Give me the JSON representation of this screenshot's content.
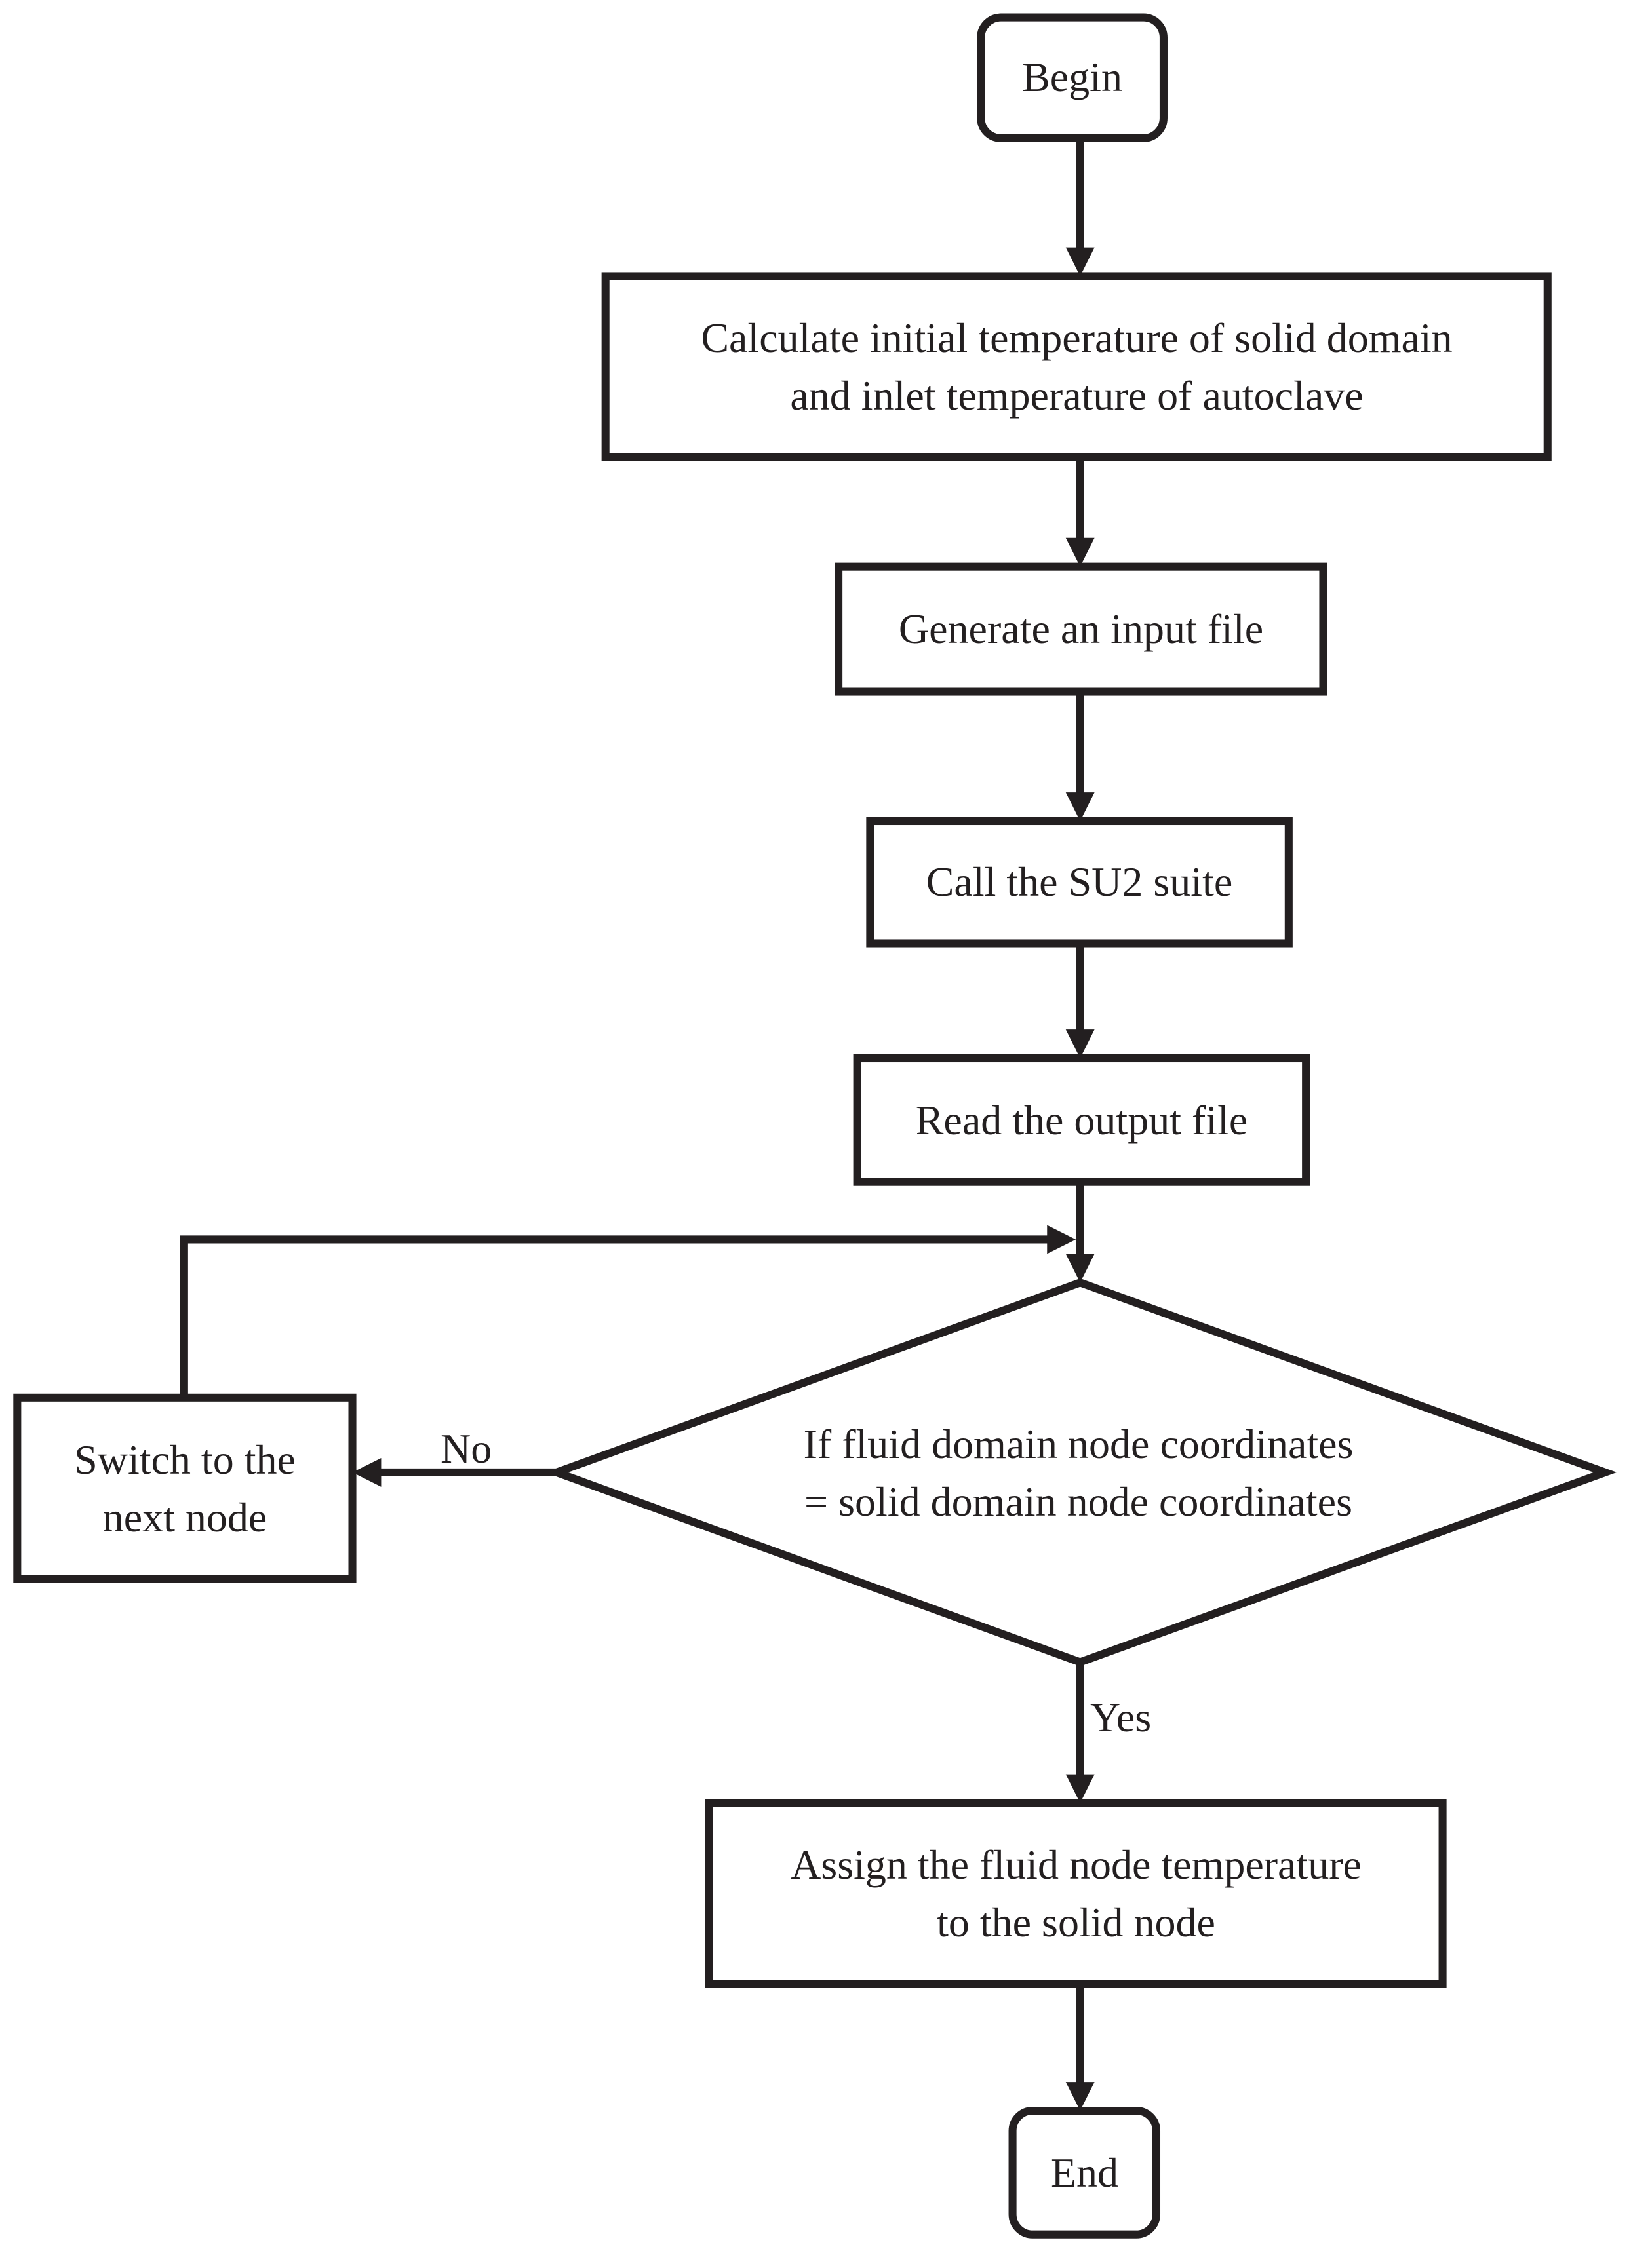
{
  "flowchart": {
    "nodes": [
      {
        "id": "begin",
        "shape": "rounded-rectangle",
        "label": "Begin"
      },
      {
        "id": "calc",
        "shape": "rectangle",
        "label": "Calculate initial temperature of solid domain\nand inlet temperature of autoclave"
      },
      {
        "id": "gen",
        "shape": "rectangle",
        "label": "Generate an input file"
      },
      {
        "id": "call",
        "shape": "rectangle",
        "label": "Call the SU2 suite"
      },
      {
        "id": "read",
        "shape": "rectangle",
        "label": "Read the output file"
      },
      {
        "id": "decision",
        "shape": "diamond",
        "label": "If fluid domain node coordinates\n= solid domain node coordinates"
      },
      {
        "id": "switch",
        "shape": "rectangle",
        "label": "Switch to the\nnext node"
      },
      {
        "id": "assign",
        "shape": "rectangle",
        "label": "Assign the fluid node temperature\nto the solid node"
      },
      {
        "id": "end",
        "shape": "rounded-rectangle",
        "label": "End"
      }
    ],
    "edges": [
      {
        "from": "begin",
        "to": "calc",
        "label": ""
      },
      {
        "from": "calc",
        "to": "gen",
        "label": ""
      },
      {
        "from": "gen",
        "to": "call",
        "label": ""
      },
      {
        "from": "call",
        "to": "read",
        "label": ""
      },
      {
        "from": "read",
        "to": "decision",
        "label": ""
      },
      {
        "from": "decision",
        "to": "switch",
        "label": "No"
      },
      {
        "from": "switch",
        "to": "decision",
        "label": ""
      },
      {
        "from": "decision",
        "to": "assign",
        "label": "Yes"
      },
      {
        "from": "assign",
        "to": "end",
        "label": ""
      }
    ]
  }
}
